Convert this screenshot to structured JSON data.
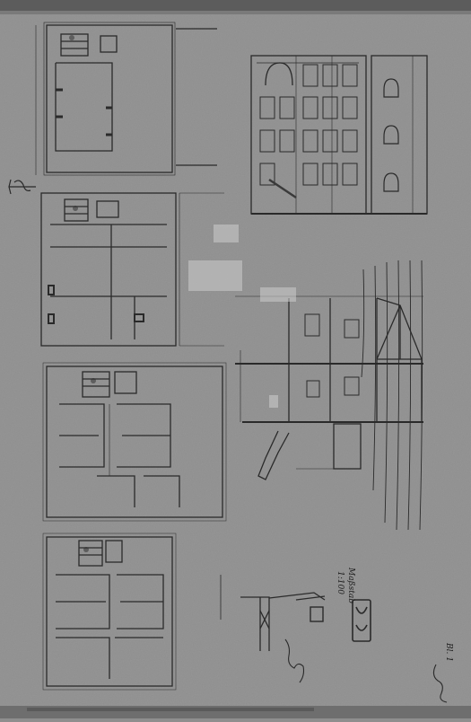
{
  "sheet": {
    "paper_color": "#8e8e8e",
    "ink_color": "#2a2a2a",
    "binding_color": "#5c5c5c"
  },
  "drawings": [
    {
      "id": "plan-top",
      "kind": "floor-plan"
    },
    {
      "id": "plan-upper",
      "kind": "floor-plan"
    },
    {
      "id": "plan-ground",
      "kind": "floor-plan"
    },
    {
      "id": "plan-bottom",
      "kind": "floor-plan"
    },
    {
      "id": "elevation",
      "kind": "facade-elevation"
    },
    {
      "id": "section",
      "kind": "building-section"
    },
    {
      "id": "detail",
      "kind": "construction-detail"
    }
  ],
  "annotations": {
    "scale_label": "Maßstab",
    "scale_value": "1:100",
    "approval_stamp": "stamp",
    "signature": "signature",
    "sheet_ref": "Bl. 1"
  }
}
